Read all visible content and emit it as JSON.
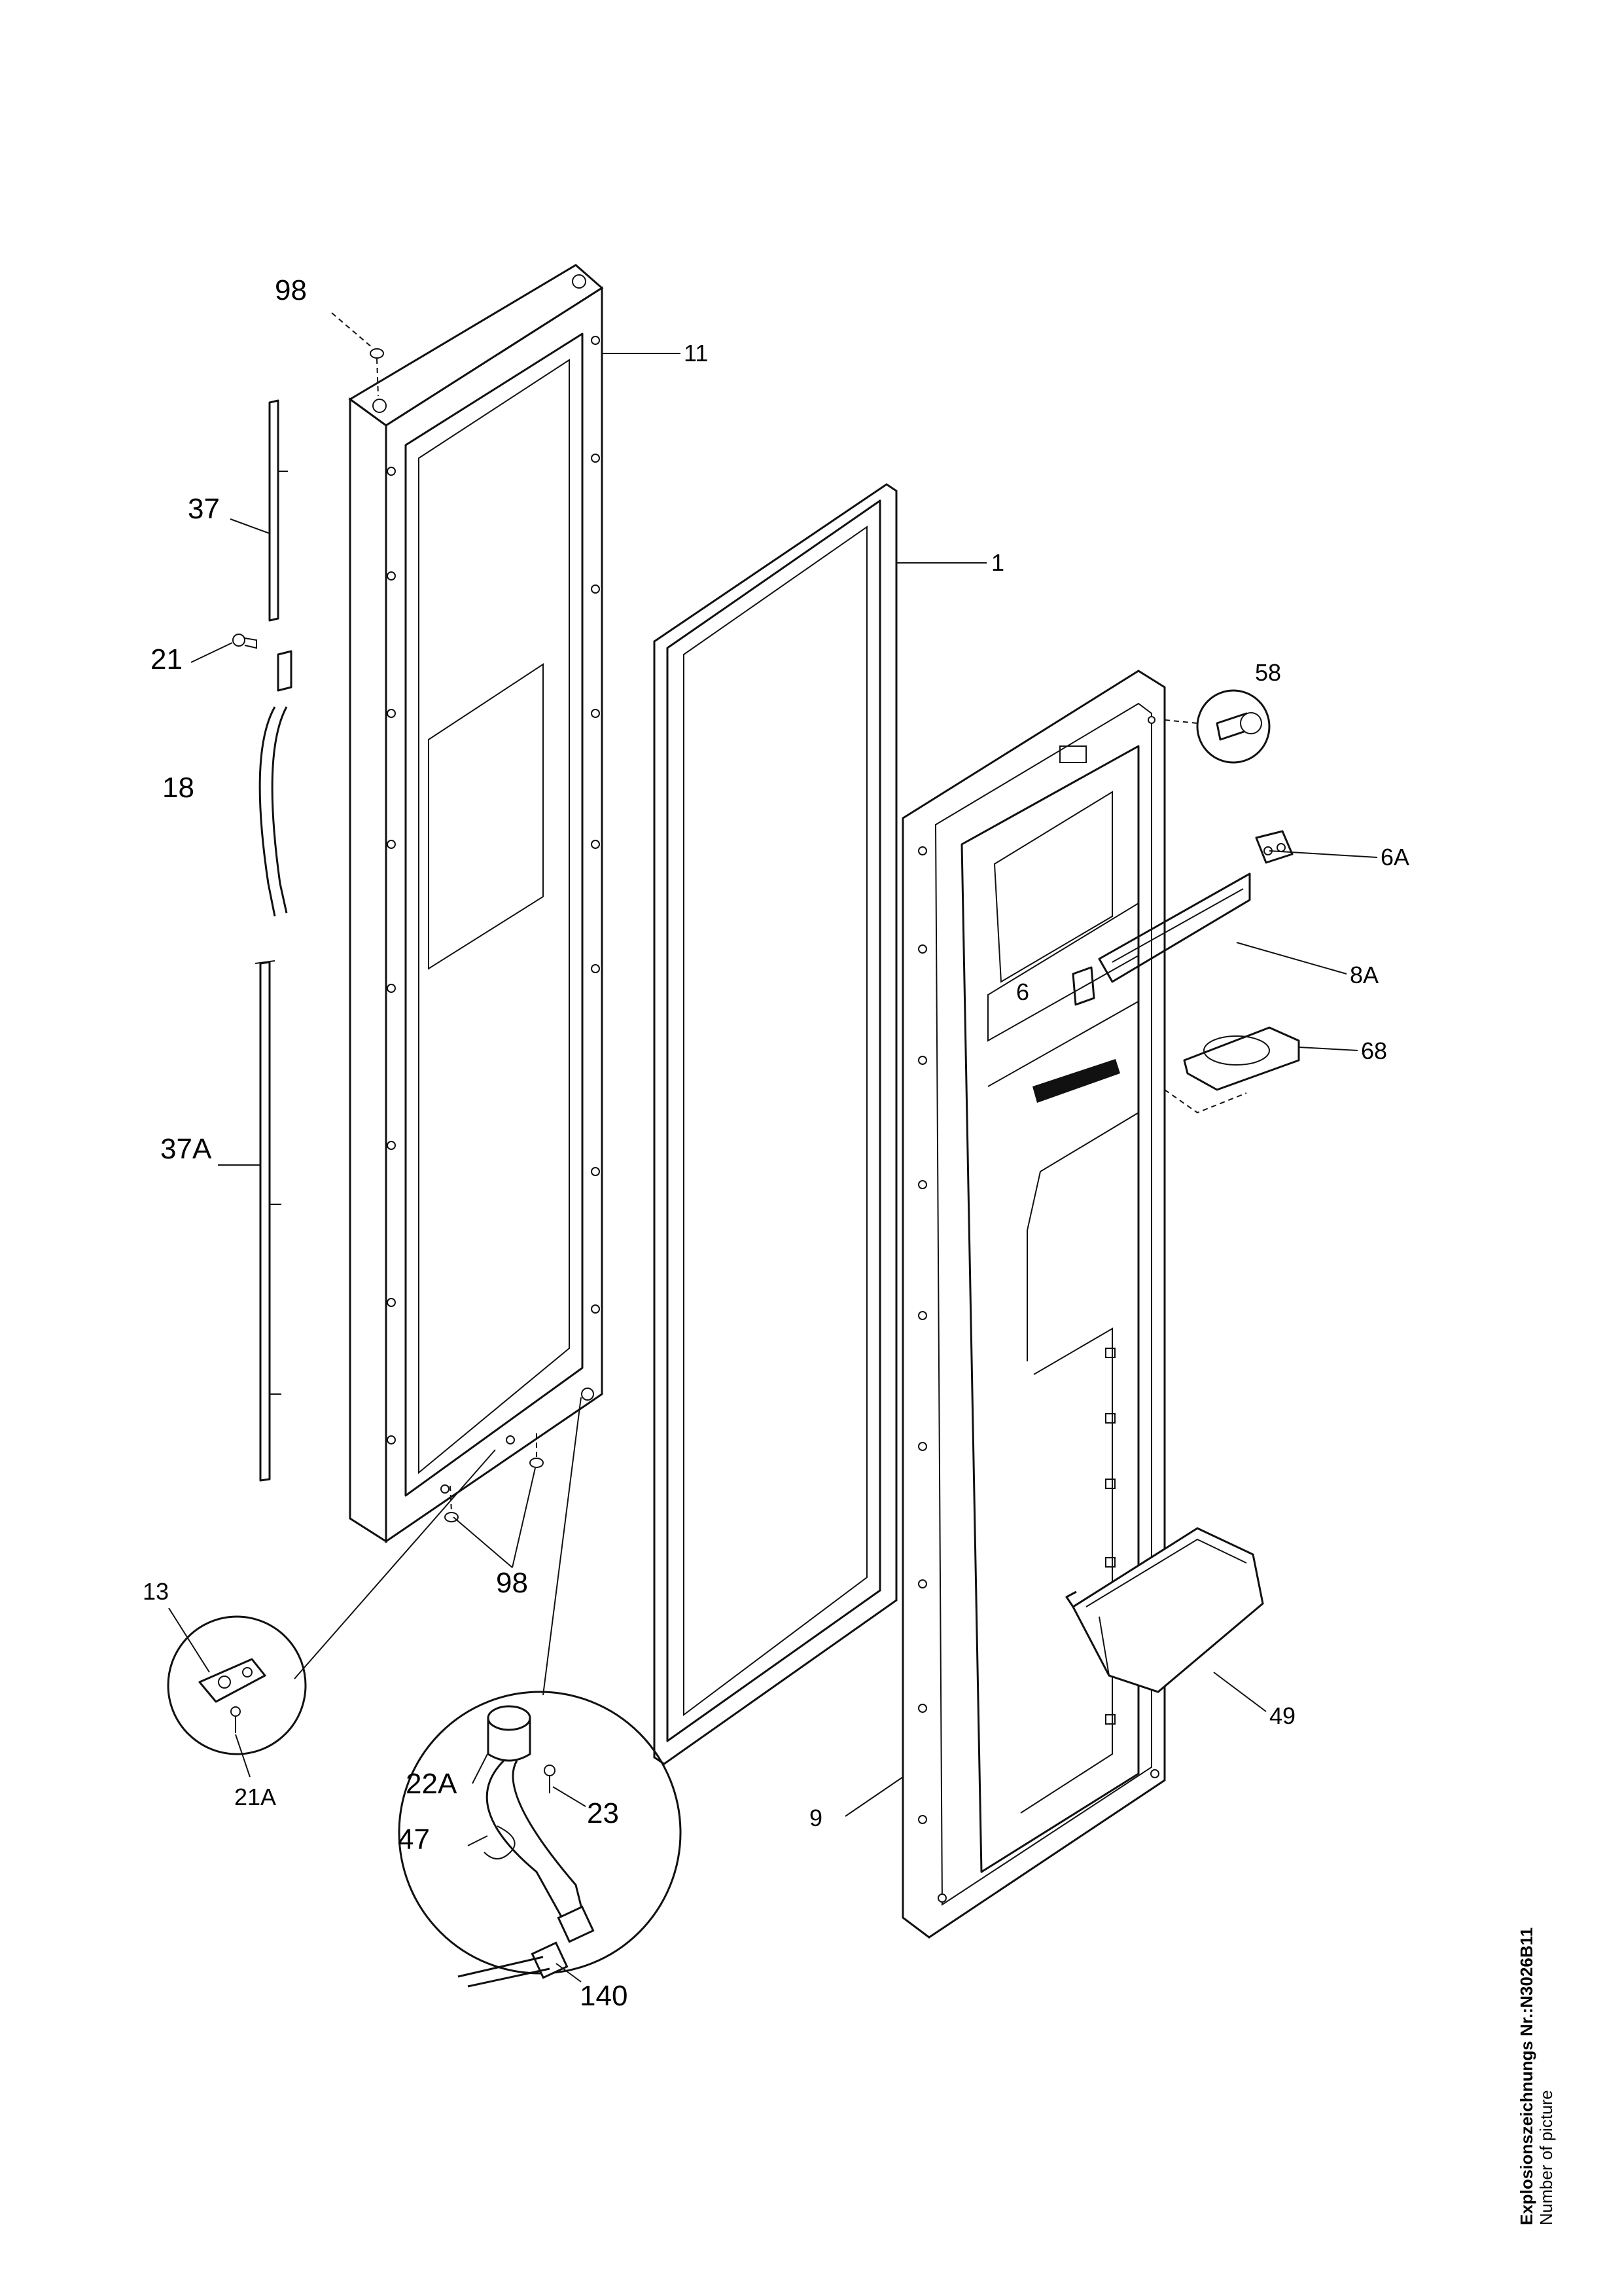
{
  "callouts": {
    "p98_top": "98",
    "p11": "11",
    "p37": "37",
    "p21": "21",
    "p18": "18",
    "p37a": "37A",
    "p1": "1",
    "p58": "58",
    "p6a": "6A",
    "p8a": "8A",
    "p6": "6",
    "p68": "68",
    "p98_bottom": "98",
    "p13": "13",
    "p21a": "21A",
    "p22a": "22A",
    "p23": "23",
    "p47": "47",
    "p140": "140",
    "p9": "9",
    "p49": "49"
  },
  "caption": {
    "line1": "Explosionszeichnungs Nr.:N3026B11",
    "line2": "Number of picture"
  }
}
